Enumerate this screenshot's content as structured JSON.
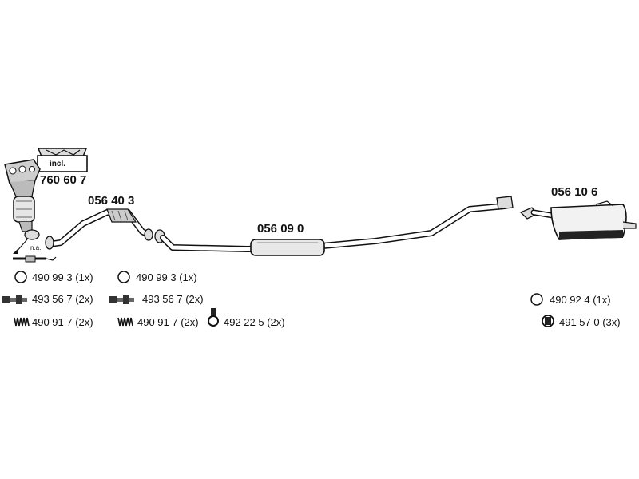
{
  "parts": {
    "catalytic_converter": "760 60 7",
    "incl_label": "incl.",
    "na_label": "n.a.",
    "front_pipe": "056 40 3",
    "middle_silencer": "056 09 0",
    "rear_silencer": "056 10 6"
  },
  "accessories": {
    "ring_front": "490 99 3 (1x)",
    "ring_mid": "490 99 3 (1x)",
    "bolt_front": "493 56 7 (2x)",
    "bolt_mid": "493 56 7 (2x)",
    "spring_front": "490 91 7 (2x)",
    "spring_mid": "490 91 7 (2x)",
    "clamp": "492 22 5 (2x)",
    "ring_rear": "490 92 4 (1x)",
    "hanger_rear": "491 57 0 (3x)"
  }
}
